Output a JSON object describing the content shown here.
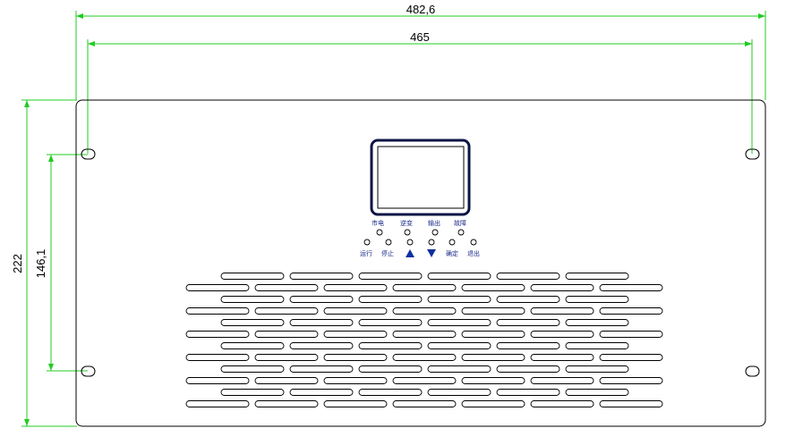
{
  "dimensions": {
    "overall_width": "482,6",
    "mount_width": "465",
    "overall_height": "222",
    "mount_height": "146,1"
  },
  "panel": {
    "indicator_labels": [
      "市电",
      "逆变",
      "输出",
      "故障"
    ],
    "button_labels": [
      "运行",
      "停止",
      "确定",
      "退出"
    ],
    "arrow_up": "▲",
    "arrow_down": "▼"
  },
  "colors": {
    "dimension_line": "#22cc22",
    "outline": "#000000",
    "label": "#1a2a8a",
    "arrow": "#1030a0",
    "display_frame": "#0d1545"
  }
}
